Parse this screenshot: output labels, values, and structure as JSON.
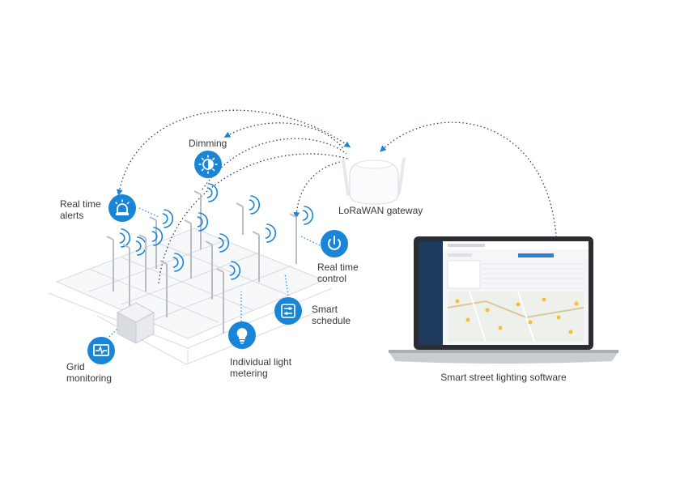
{
  "features": {
    "dimming": "Dimming",
    "real_time_alerts": [
      "Real time",
      "alerts"
    ],
    "grid_monitoring": [
      "Grid",
      "monitoring"
    ],
    "individual_light_metering": [
      "Individual light",
      "metering"
    ],
    "smart_schedule": [
      "Smart",
      "schedule"
    ],
    "real_time_control": [
      "Real time",
      "control"
    ]
  },
  "gateway": {
    "label": "LoRaWAN gateway"
  },
  "laptop": {
    "caption": "Smart street lighting software"
  },
  "colors": {
    "accent": "#1a84d6",
    "link_lines": "#2b3d55",
    "text": "#333a40",
    "grid_lines": "#d6dadf"
  },
  "icons": {
    "dimming": "sun-dimmer-icon",
    "alerts": "alarm-beacon-icon",
    "grid": "monitor-pulse-icon",
    "metering": "lightbulb-icon",
    "schedule": "sliders-icon",
    "control": "power-icon"
  }
}
